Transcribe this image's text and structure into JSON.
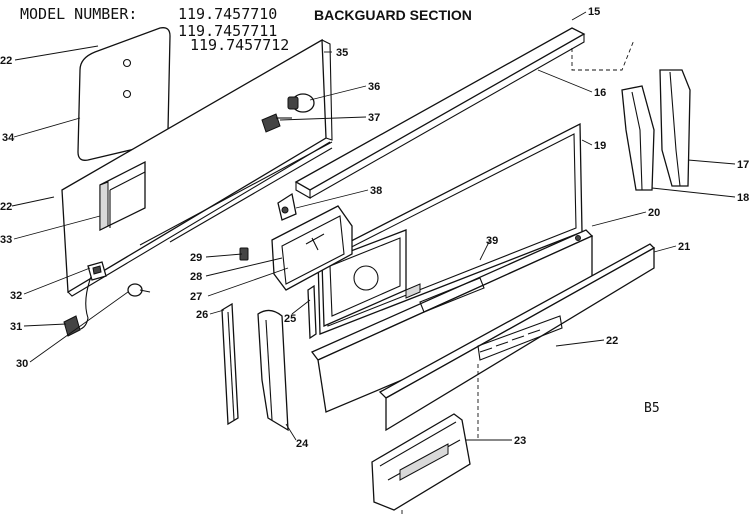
{
  "header": {
    "model_label": "MODEL NUMBER:",
    "model_numbers": [
      "119.7457710",
      "119.7457711",
      "119.7457712"
    ],
    "title": "BACKGUARD SECTION"
  },
  "callouts": {
    "c15": "15",
    "c16": "16",
    "c17": "17",
    "c18": "18",
    "c19": "19",
    "c20": "20",
    "c21": "21",
    "c22a": "22",
    "c22b": "22",
    "c22c": "22",
    "c23": "23",
    "c24": "24",
    "c25": "25",
    "c26": "26",
    "c27": "27",
    "c28": "28",
    "c29": "29",
    "c30": "30",
    "c31": "31",
    "c32": "32",
    "c33": "33",
    "c34": "34",
    "c35": "35",
    "c36": "36",
    "c37": "37",
    "c38": "38",
    "c39": "39"
  },
  "page_code": "B5"
}
